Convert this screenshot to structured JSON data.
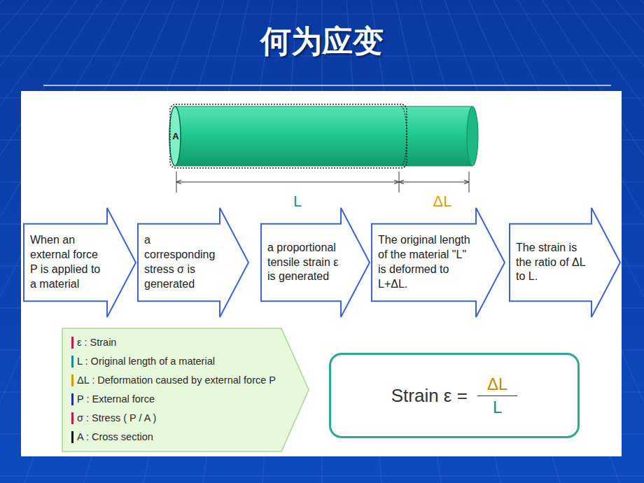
{
  "diagram": {
    "title": "何为应变",
    "nodes": [
      {
        "text": [
          "When an external force P is applied to a material"
        ]
      },
      {
        "text": [
          "a corresponding stress σ is generated"
        ]
      },
      {
        "text": [
          "a proportional tensile strain ε is generated"
        ]
      },
      {
        "text": [
          "The original length of the material \"L\" is deformed to L+ΔL."
        ]
      },
      {
        "text": [
          "The strain is the ratio of ΔL to L."
        ]
      },
      {
        "text": [
          "ε : Strain",
          "L : Original length of a material",
          "ΔL : Deformation caused by external force P",
          "P : External force",
          "σ : Stress ( P / A )",
          "A : Cross section"
        ]
      },
      {
        "text": [
          "Strain ε =",
          "ΔL",
          "L"
        ]
      }
    ],
    "labels": [
      "A",
      "L",
      "ΔL"
    ]
  }
}
